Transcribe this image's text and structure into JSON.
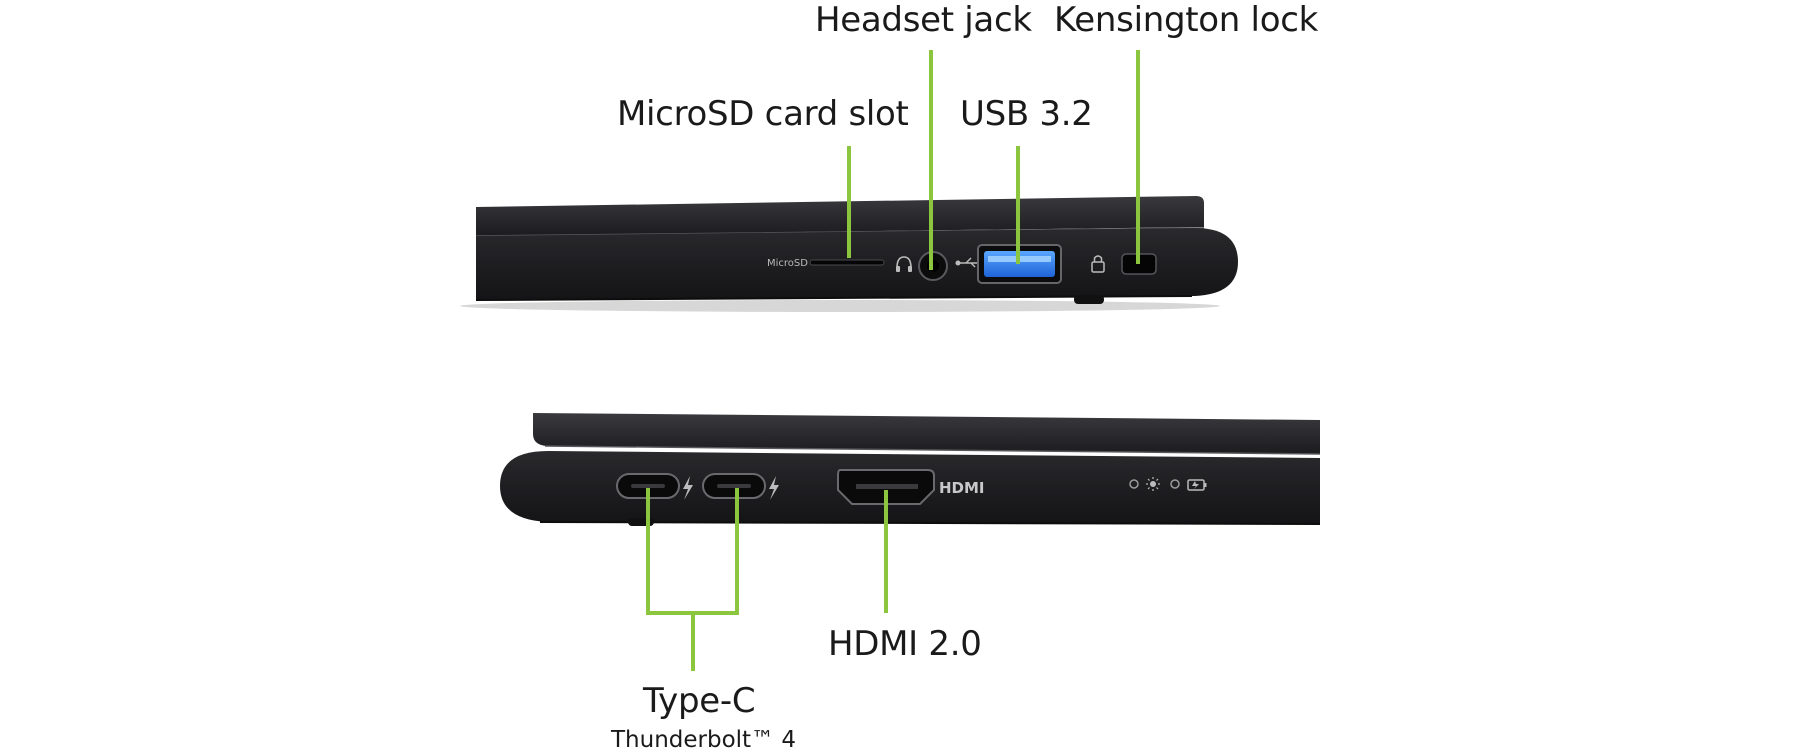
{
  "accent_color": "#8cc63f",
  "labels": {
    "headset_jack": "Headset jack",
    "kensington_lock": "Kensington lock",
    "microsd_slot": "MicroSD card slot",
    "usb": "USB 3.2",
    "type_c": "Type-C",
    "type_c_sub": "Thunderbolt™ 4",
    "hdmi": "HDMI 2.0"
  },
  "port_marks": {
    "microsd": "MicroSD",
    "hdmi": "HDMI"
  },
  "icons": {
    "headphone": "headphone-icon",
    "usb": "usb-icon",
    "lock": "lock-icon",
    "thunderbolt": "thunderbolt-icon",
    "power_light": "power-led-icon",
    "sun": "brightness-icon",
    "battery": "battery-icon"
  }
}
